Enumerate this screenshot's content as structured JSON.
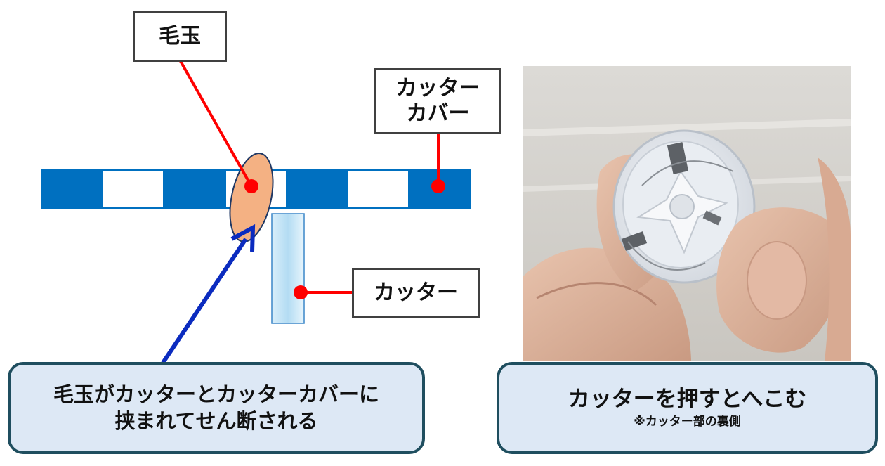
{
  "labels": {
    "pill": "毛玉",
    "cover_line1": "カッター",
    "cover_line2": "カバー",
    "cutter": "カッター"
  },
  "callouts": {
    "left_line1": "毛玉がカッターとカッターカバーに",
    "left_line2": "挟まれてせん断される",
    "right_main": "カッターを押すとへこむ",
    "right_note": "※カッター部の裏側"
  },
  "colors": {
    "cover_blue": "#0070c0",
    "leader_red": "#ff0000",
    "arrow_blue": "#0b2bbf",
    "pill_fill": "#f4b183",
    "callout_fill": "#dde8f5",
    "callout_border": "#1f4e5f"
  }
}
